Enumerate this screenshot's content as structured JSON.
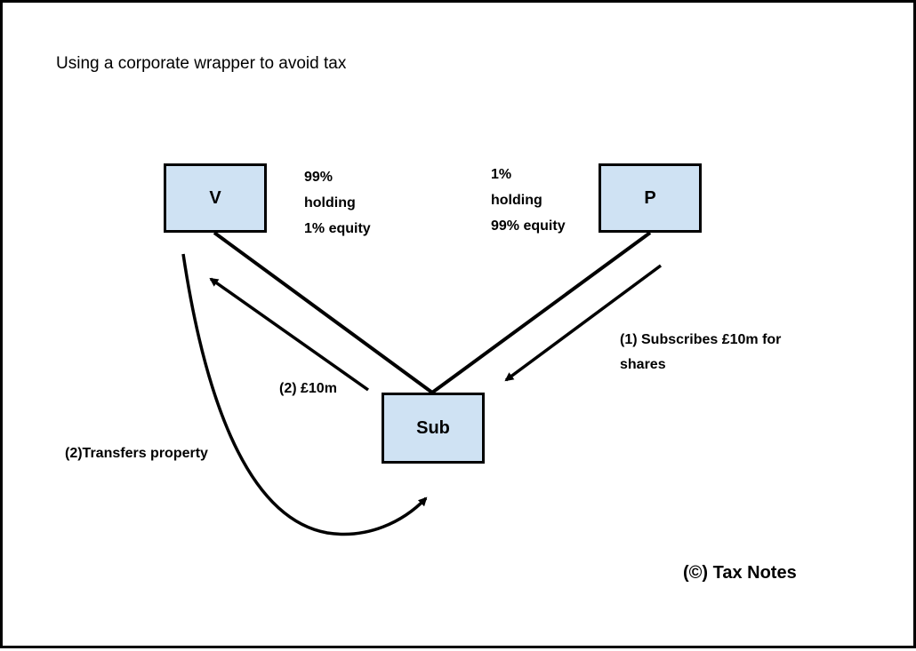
{
  "title": "Using a corporate wrapper to avoid tax",
  "entities": {
    "v": "V",
    "p": "P",
    "sub": "Sub"
  },
  "labels": {
    "v_line1": "99%",
    "v_line2": "holding",
    "v_line3": "1% equity",
    "p_line1": "1%",
    "p_line2": "holding",
    "p_line3": "99% equity",
    "subscribe": "(1) Subscribes  £10m for shares",
    "payment": "(2) £10m",
    "transfer": "(2)Transfers  property"
  },
  "copyright": "(©) Tax Notes"
}
